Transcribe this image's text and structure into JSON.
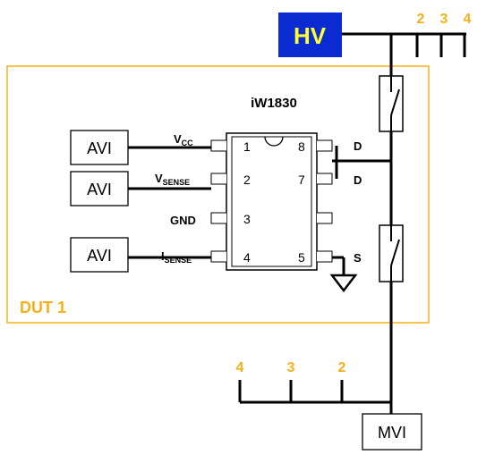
{
  "hv": {
    "label": "HV",
    "bg_color": "#0a2bd1",
    "text_color": "#ffff33"
  },
  "hv_channels": [
    "2",
    "3",
    "4"
  ],
  "mvi_channels": [
    "4",
    "3",
    "2"
  ],
  "dut": {
    "label": "DUT 1",
    "border_color": "#f5b01a"
  },
  "chip": {
    "name": "iW1830",
    "pins_left": [
      "1",
      "2",
      "3",
      "4"
    ],
    "pins_right": [
      "8",
      "7",
      "",
      "5"
    ]
  },
  "signals": {
    "vcc": {
      "main": "V",
      "sub": "CC"
    },
    "vsense": {
      "main": "V",
      "sub": "SENSE"
    },
    "gnd": "GND",
    "isense": {
      "main": "I",
      "sub": "SENSE"
    },
    "d1": "D",
    "d2": "D",
    "s": "S"
  },
  "avi": [
    "AVI",
    "AVI",
    "AVI"
  ],
  "mvi": "MVI",
  "icons": [
    "switch-icon",
    "ground-icon"
  ]
}
